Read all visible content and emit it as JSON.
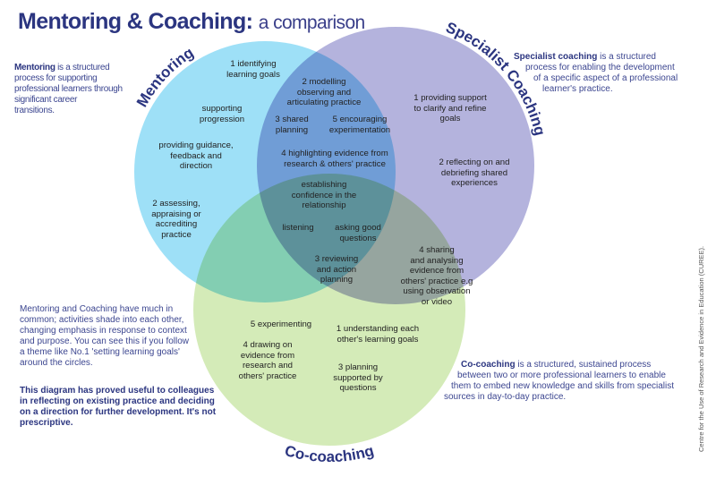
{
  "title": {
    "main": "Mentoring & Coaching:",
    "sub": "a comparison"
  },
  "circles": {
    "mentoring": {
      "label": "Mentoring",
      "color": "#9ee0f7"
    },
    "specialist": {
      "label": "Specialist Coaching",
      "color": "#b1b0da"
    },
    "cocoaching": {
      "label": "Co-coaching",
      "color": "#d2e8b5"
    }
  },
  "descriptions": {
    "mentoring": {
      "term": "Mentoring",
      "lines": [
        " is a structured",
        "process for supporting",
        "professional learners through",
        "significant career",
        "transitions."
      ]
    },
    "specialist": {
      "term": "Specialist coaching",
      "lines": [
        " is a structured",
        "process for enabling the development",
        "of a specific aspect of a professional",
        "learner's practice."
      ]
    },
    "cocoaching": {
      "term": "Co-coaching",
      "lines": [
        " is a structured, sustained process",
        "between two or more professional learners to enable",
        "them to embed new knowledge and skills from specialist",
        "sources in day-to-day practice."
      ]
    },
    "common": [
      "Mentoring and Coaching have much in",
      "common; activities shade into each other,",
      "changing emphasis in response to context",
      "and purpose.  You can see this if you follow",
      "a theme like No.1 'setting learning goals'",
      "around the circles."
    ],
    "useful": [
      "This diagram has proved useful to colleagues",
      "in reflecting on existing practice and deciding",
      "on a direction for further development. It's not",
      "prescriptive."
    ]
  },
  "items": {
    "m1": [
      "1 identifying",
      "learning goals"
    ],
    "m_support": [
      "supporting",
      "progression"
    ],
    "m_guidance": [
      "providing guidance,",
      "feedback and",
      "direction"
    ],
    "m2": [
      "2 assessing,",
      "appraising or",
      "accrediting",
      "practice"
    ],
    "ms2": [
      "2 modelling",
      "observing and",
      "articulating practice"
    ],
    "ms3": [
      "3 shared",
      "planning"
    ],
    "ms5": [
      "5 encouraging",
      "experimentation"
    ],
    "ms4": [
      "4 highlighting evidence from",
      "research & others' practice"
    ],
    "all_conf": [
      "establishing",
      "confidence in the",
      "relationship"
    ],
    "all_listen": [
      "listening"
    ],
    "all_ask": [
      "asking good",
      "questions"
    ],
    "all3": [
      "3 reviewing",
      "and action",
      "planning"
    ],
    "s1": [
      "1 providing support",
      "to clarify and refine",
      "goals"
    ],
    "s2": [
      "2 reflecting on and",
      "debriefing shared",
      "experiences"
    ],
    "sc4": [
      "4  sharing",
      "and analysing",
      "evidence from",
      "others' practice e.g",
      "using observation",
      "or video"
    ],
    "c5": [
      "5 experimenting"
    ],
    "c4": [
      "4  drawing on",
      "evidence from",
      "research and",
      "others' practice"
    ],
    "c1": [
      "1 understanding each",
      "other's learning goals"
    ],
    "c3": [
      "3 planning",
      "supported by",
      "questions"
    ]
  },
  "credit": "Centre for the Use of Research and Evidence in Education (CUREE)."
}
